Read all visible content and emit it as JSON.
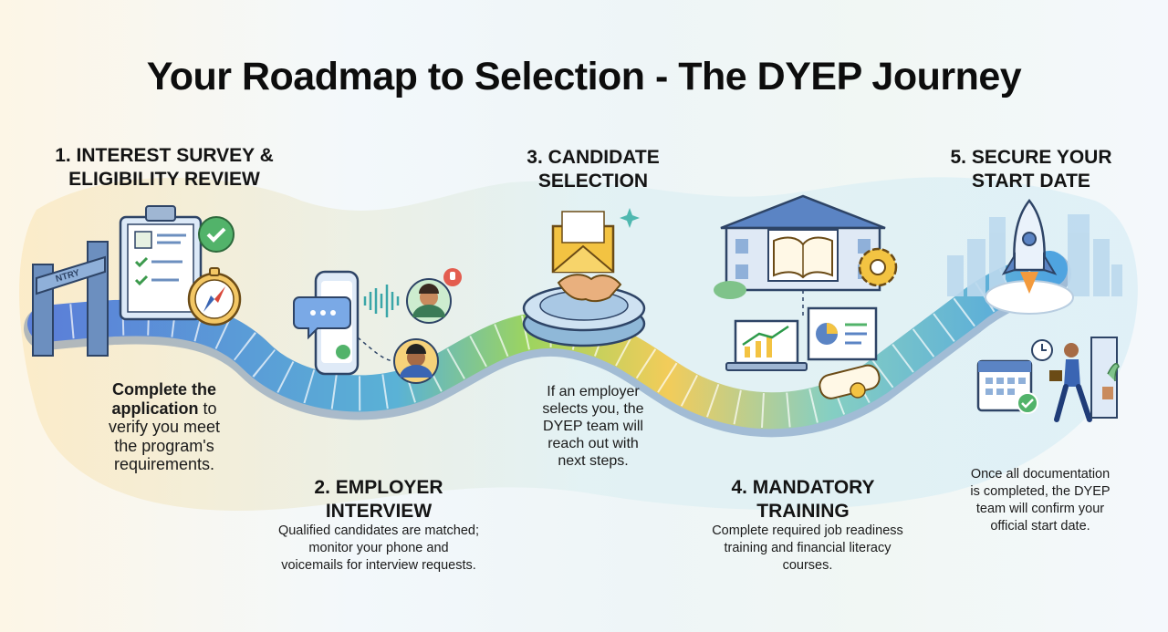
{
  "title": "Your Roadmap to Selection - The DYEP Journey",
  "steps": [
    {
      "title_line1": "1. INTEREST SURVEY &",
      "title_line2": "ELIGIBILITY REVIEW",
      "desc_bold1": "Complete the",
      "desc_bold2": "application",
      "desc_line2_rest": "to",
      "desc_line3": "verify you meet",
      "desc_line4": "the program's",
      "desc_line5": "requirements."
    },
    {
      "title_line1": "2. EMPLOYER",
      "title_line2": "INTERVIEW",
      "desc_line1": "Qualified candidates are matched;",
      "desc_line2": "monitor your phone and",
      "desc_line3": "voicemails for interview requests."
    },
    {
      "title_line1": "3. CANDIDATE",
      "title_line2": "SELECTION",
      "desc_line1": "If an employer",
      "desc_line2": "selects you, the",
      "desc_line3": "DYEP team will",
      "desc_line4": "reach out with",
      "desc_line5": "next steps."
    },
    {
      "title_line1": "4. MANDATORY",
      "title_line2": "TRAINING",
      "desc_line1": "Complete required job readiness",
      "desc_line2": "training and financial literacy",
      "desc_line3": "courses."
    },
    {
      "title_line1": "5. SECURE YOUR",
      "title_line2": "START DATE",
      "desc_line1": "Once all documentation",
      "desc_line2": "is completed, the DYEP",
      "desc_line3": "team will confirm your",
      "desc_line4": "official start date."
    }
  ],
  "icons": [
    "entry-gate-icon",
    "clipboard-icon",
    "checkmark-badge-icon",
    "compass-icon",
    "phone-icon",
    "chat-bubble-icon",
    "sound-wave-icon",
    "candidate-avatar-icon",
    "notification-bell-icon",
    "interviewer-avatar-icon",
    "envelope-icon",
    "sparkle-icon",
    "handshake-icon",
    "school-building-icon",
    "gear-icon",
    "laptop-growth-chart-icon",
    "presentation-board-icon",
    "diploma-icon",
    "rocket-icon",
    "clock-icon",
    "calendar-icon",
    "walking-person-icon",
    "door-icon"
  ],
  "gate_sign_text": "NTRY",
  "colors": {
    "road_start": "#5b7fd8",
    "road_middle": "#9cd45f",
    "road_yellow": "#f2cc5a",
    "road_end": "#4fa4e0",
    "accent_green": "#52b36a",
    "accent_gold": "#f3c342",
    "outline": "#2e4466"
  }
}
